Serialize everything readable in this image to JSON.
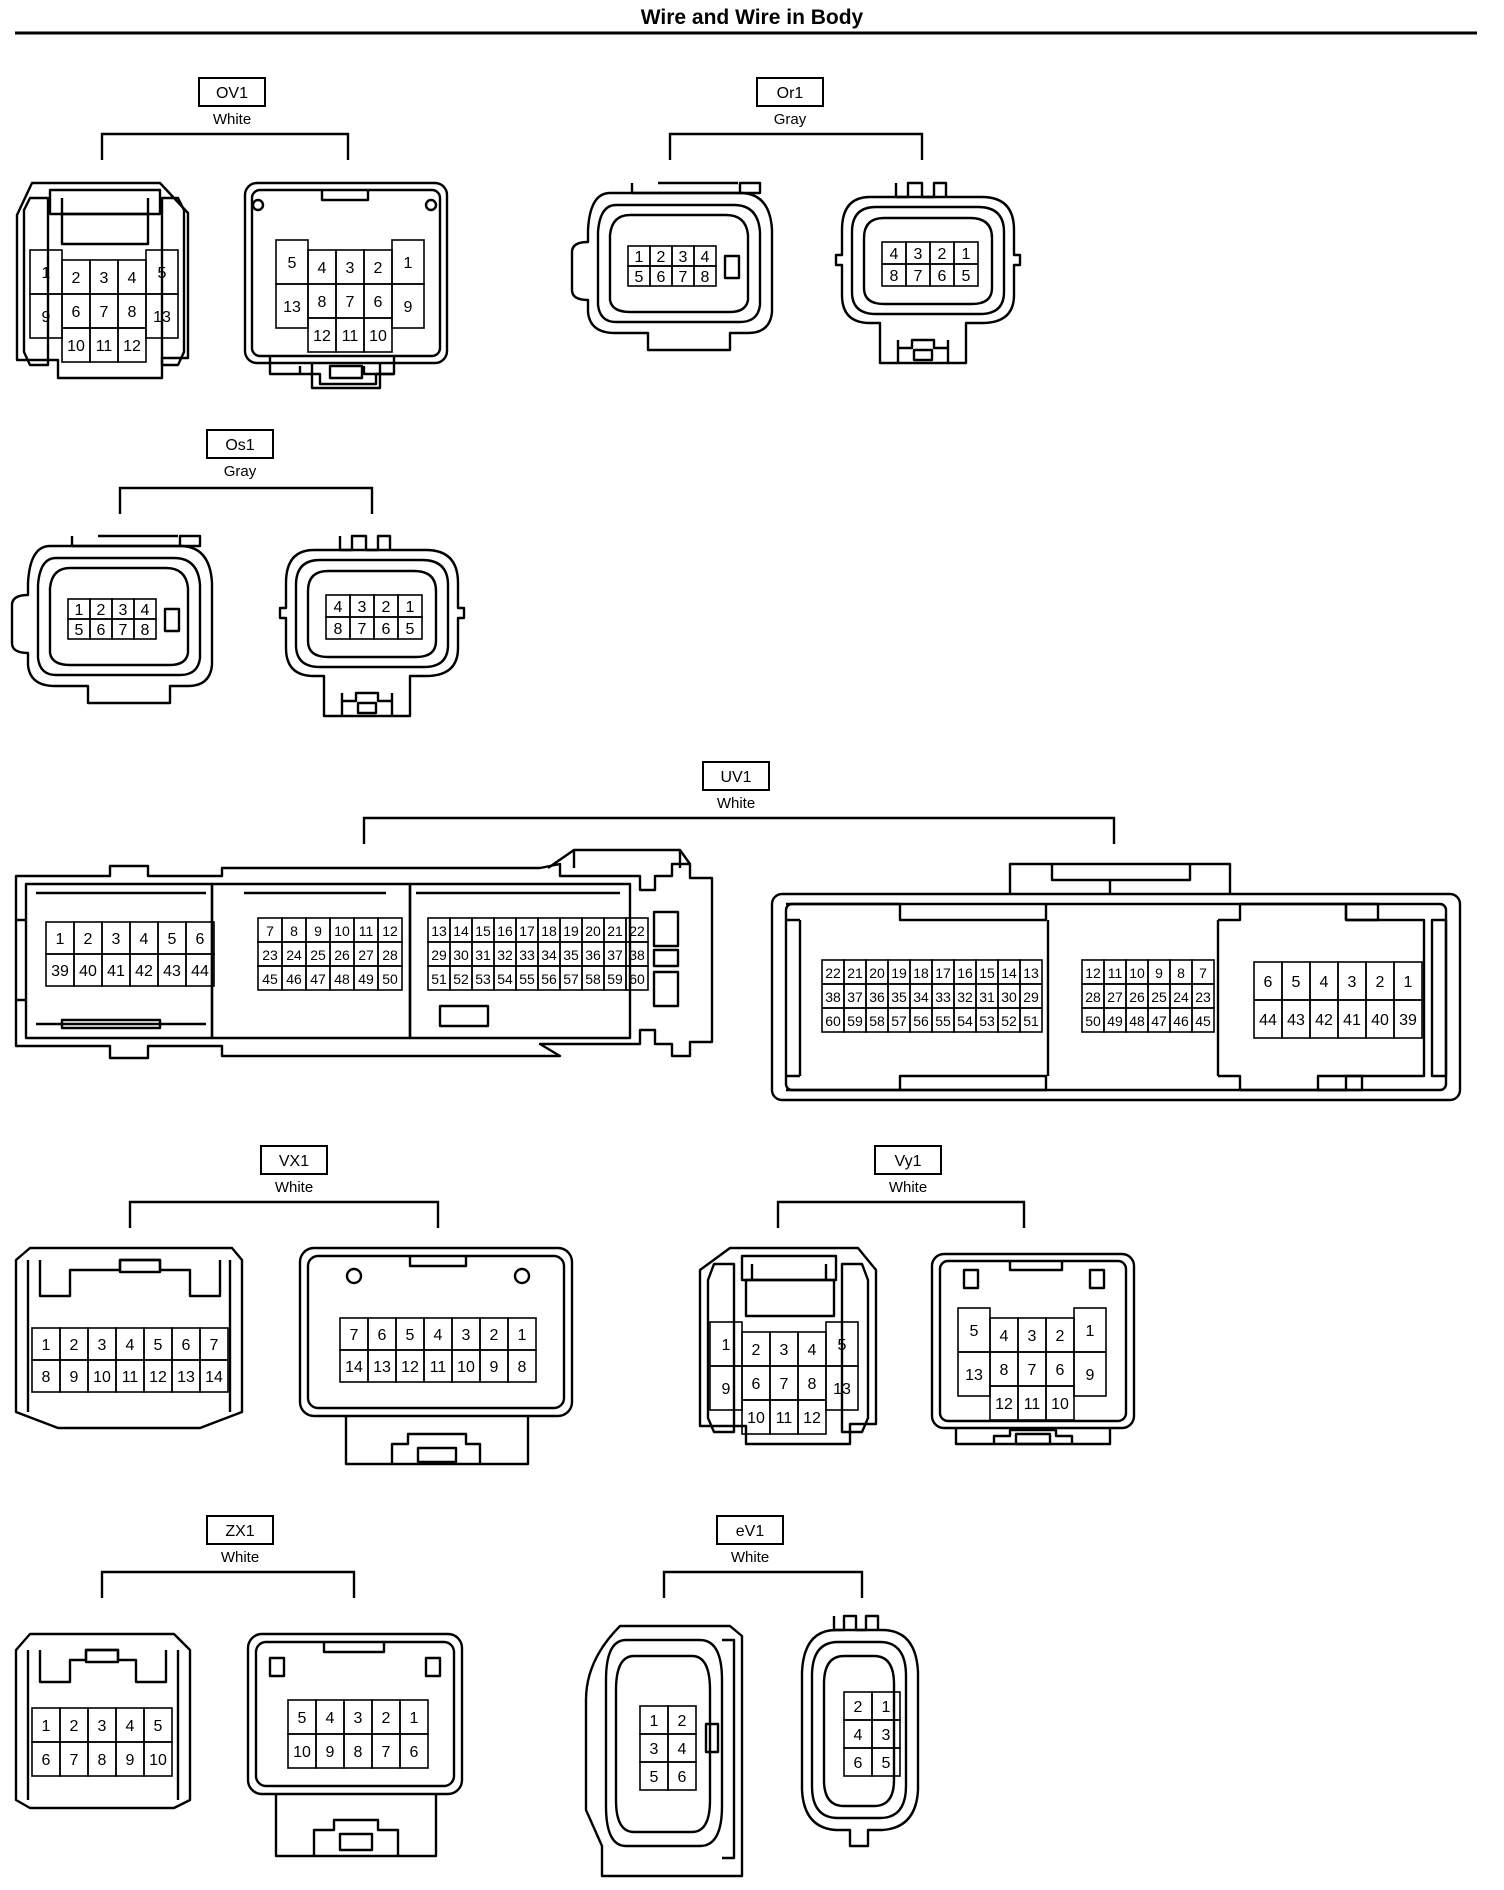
{
  "title": "Wire and Wire in Body",
  "connectors": [
    {
      "code": "OV1",
      "color": "White",
      "female_pins": [
        [
          "1",
          "2",
          "3",
          "4",
          "5"
        ],
        [
          "9",
          "6",
          "7",
          "8",
          "13"
        ],
        [
          "10",
          "11",
          "12"
        ]
      ],
      "male_pins": [
        [
          "5",
          "4",
          "3",
          "2",
          "1"
        ],
        [
          "13",
          "8",
          "7",
          "6",
          "9"
        ],
        [
          "12",
          "11",
          "10"
        ]
      ]
    },
    {
      "code": "Or1",
      "color": "Gray",
      "female_pins": [
        [
          "1",
          "2",
          "3",
          "4"
        ],
        [
          "5",
          "6",
          "7",
          "8"
        ]
      ],
      "male_pins": [
        [
          "4",
          "3",
          "2",
          "1"
        ],
        [
          "8",
          "7",
          "6",
          "5"
        ]
      ]
    },
    {
      "code": "Os1",
      "color": "Gray",
      "female_pins": [
        [
          "1",
          "2",
          "3",
          "4"
        ],
        [
          "5",
          "6",
          "7",
          "8"
        ]
      ],
      "male_pins": [
        [
          "4",
          "3",
          "2",
          "1"
        ],
        [
          "8",
          "7",
          "6",
          "5"
        ]
      ]
    },
    {
      "code": "UV1",
      "color": "White",
      "female_groups": [
        [
          [
            "1",
            "2",
            "3",
            "4",
            "5",
            "6"
          ],
          [
            "39",
            "40",
            "41",
            "42",
            "43",
            "44"
          ]
        ],
        [
          [
            "7",
            "8",
            "9",
            "10",
            "11",
            "12"
          ],
          [
            "23",
            "24",
            "25",
            "26",
            "27",
            "28"
          ],
          [
            "45",
            "46",
            "47",
            "48",
            "49",
            "50"
          ]
        ],
        [
          [
            "13",
            "14",
            "15",
            "16",
            "17",
            "18",
            "19",
            "20",
            "21",
            "22"
          ],
          [
            "29",
            "30",
            "31",
            "32",
            "33",
            "34",
            "35",
            "36",
            "37",
            "38"
          ],
          [
            "51",
            "52",
            "53",
            "54",
            "55",
            "56",
            "57",
            "58",
            "59",
            "60"
          ]
        ]
      ],
      "male_groups": [
        [
          [
            "22",
            "21",
            "20",
            "19",
            "18",
            "17",
            "16",
            "15",
            "14",
            "13"
          ],
          [
            "38",
            "37",
            "36",
            "35",
            "34",
            "33",
            "32",
            "31",
            "30",
            "29"
          ],
          [
            "60",
            "59",
            "58",
            "57",
            "56",
            "55",
            "54",
            "53",
            "52",
            "51"
          ]
        ],
        [
          [
            "12",
            "11",
            "10",
            "9",
            "8",
            "7"
          ],
          [
            "28",
            "27",
            "26",
            "25",
            "24",
            "23"
          ],
          [
            "50",
            "49",
            "48",
            "47",
            "46",
            "45"
          ]
        ],
        [
          [
            "6",
            "5",
            "4",
            "3",
            "2",
            "1"
          ],
          [
            "44",
            "43",
            "42",
            "41",
            "40",
            "39"
          ]
        ]
      ]
    },
    {
      "code": "VX1",
      "color": "White",
      "female_pins": [
        [
          "1",
          "2",
          "3",
          "4",
          "5",
          "6",
          "7"
        ],
        [
          "8",
          "9",
          "10",
          "11",
          "12",
          "13",
          "14"
        ]
      ],
      "male_pins": [
        [
          "7",
          "6",
          "5",
          "4",
          "3",
          "2",
          "1"
        ],
        [
          "14",
          "13",
          "12",
          "11",
          "10",
          "9",
          "8"
        ]
      ]
    },
    {
      "code": "Vy1",
      "color": "White",
      "female_pins": [
        [
          "1",
          "2",
          "3",
          "4",
          "5"
        ],
        [
          "9",
          "6",
          "7",
          "8",
          "13"
        ],
        [
          "10",
          "11",
          "12"
        ]
      ],
      "male_pins": [
        [
          "5",
          "4",
          "3",
          "2",
          "1"
        ],
        [
          "13",
          "8",
          "7",
          "6",
          "9"
        ],
        [
          "12",
          "11",
          "10"
        ]
      ]
    },
    {
      "code": "ZX1",
      "color": "White",
      "female_pins": [
        [
          "1",
          "2",
          "3",
          "4",
          "5"
        ],
        [
          "6",
          "7",
          "8",
          "9",
          "10"
        ]
      ],
      "male_pins": [
        [
          "5",
          "4",
          "3",
          "2",
          "1"
        ],
        [
          "10",
          "9",
          "8",
          "7",
          "6"
        ]
      ]
    },
    {
      "code": "eV1",
      "color": "White",
      "female_pins": [
        [
          "1",
          "2"
        ],
        [
          "3",
          "4"
        ],
        [
          "5",
          "6"
        ]
      ],
      "male_pins": [
        [
          "2",
          "1"
        ],
        [
          "4",
          "3"
        ],
        [
          "6",
          "5"
        ]
      ]
    }
  ]
}
